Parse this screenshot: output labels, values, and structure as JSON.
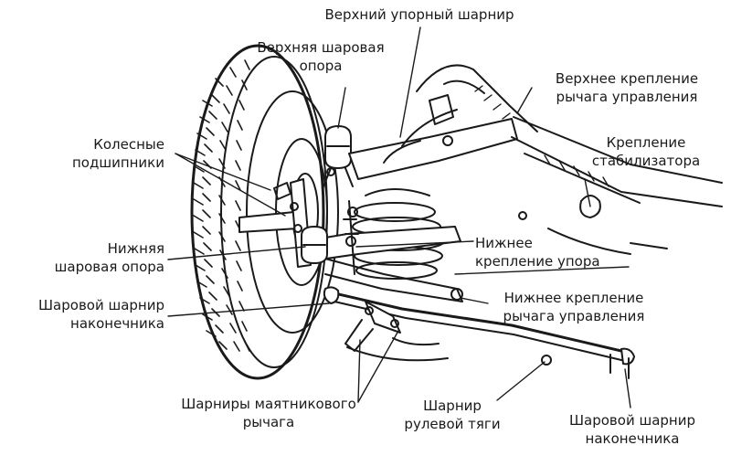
{
  "labels": {
    "upper_strut_joint": [
      "Верхний упорный шарнир"
    ],
    "upper_ball_joint": [
      "Верхняя шаровая",
      "опора"
    ],
    "upper_control_arm_mount": [
      "Верхнее крепление",
      "рычага управления"
    ],
    "wheel_bearings": [
      "Колесные",
      "подшипники"
    ],
    "stabilizer_mount": [
      "Крепление",
      "стабилизатора"
    ],
    "lower_ball_joint": [
      "Нижняя",
      "шаровая опора"
    ],
    "lower_strut_mount": [
      "Нижнее",
      "крепление упора"
    ],
    "tie_rod_end_ball_joint_left": [
      "Шаровой шарнир",
      "наконечника"
    ],
    "lower_control_arm_mount": [
      "Нижнее крепление",
      "рычага управления"
    ],
    "idler_arm_joints": [
      "Шарниры маятникового",
      "рычага"
    ],
    "tie_rod_joint": [
      "Шарнир",
      "рулевой тяги"
    ],
    "tie_rod_end_ball_joint_right": [
      "Шаровой шарнир",
      "наконечника"
    ]
  },
  "colors": {
    "ink": "#1a1a1a",
    "background": "#ffffff"
  }
}
